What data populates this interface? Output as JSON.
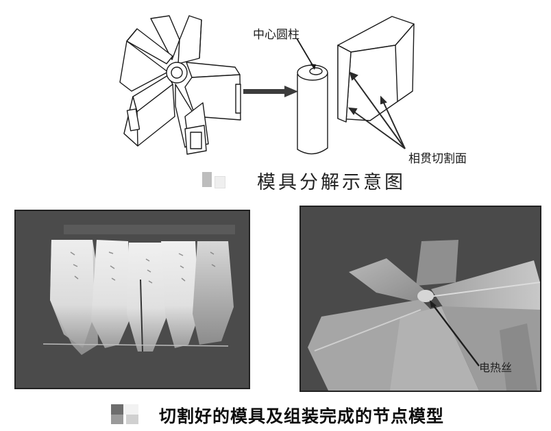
{
  "top_figure": {
    "labels": {
      "center_cylinder": "中心圆柱",
      "intersecting_cut_faces": "相贯切割面"
    },
    "caption": "模具分解示意图",
    "figure_number_placeholder_colors": [
      "#bdbdbd",
      "#efefef"
    ]
  },
  "bottom_figure": {
    "left_photo": {
      "description": "cut foam mold pieces arranged in a row",
      "piece_count": 5
    },
    "right_photo": {
      "description": "assembled node model",
      "labels": {
        "heating_wire": "电热丝"
      }
    },
    "caption": "切割好的模具及组装完成的节点模型",
    "figure_number_placeholder_colors": [
      "#6d6d6d",
      "#f2f2f2",
      "#9a9a9a",
      "#d0d0d0"
    ]
  },
  "colors": {
    "line_art": "#1a1a1a",
    "photo_background": "#4b4b4b",
    "foam_light": "#e8e8e8"
  }
}
